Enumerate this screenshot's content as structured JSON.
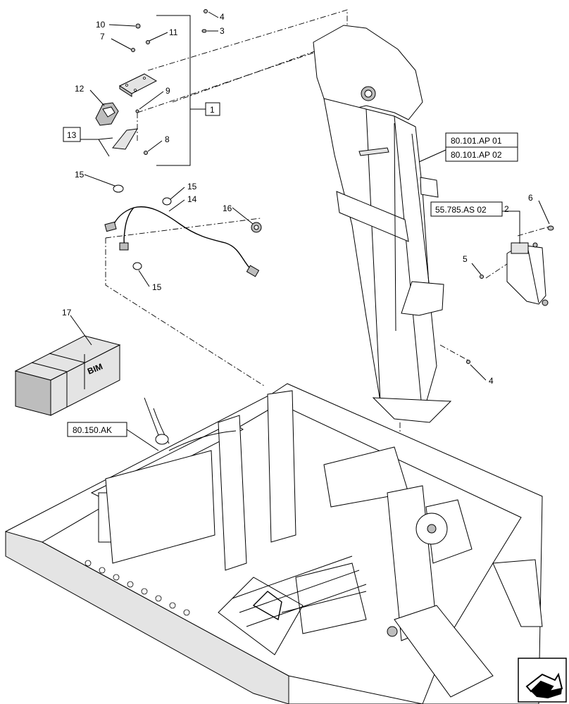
{
  "callouts": {
    "c1": "1",
    "c2": "2",
    "c3": "3",
    "c4a": "4",
    "c4b": "4",
    "c5": "5",
    "c6": "6",
    "c7": "7",
    "c8": "8",
    "c9": "9",
    "c10": "10",
    "c11": "11",
    "c12": "12",
    "c13": "13",
    "c14": "14",
    "c15a": "15",
    "c15b": "15",
    "c15c": "15",
    "c16": "16",
    "c17": "17"
  },
  "refs": {
    "ap01": "80.101.AP 01",
    "ap02": "80.101.AP 02",
    "as02": "55.785.AS 02",
    "ak": "80.150.AK"
  },
  "box_logo": "BIM",
  "nav_icon": "view-orientation-arrow-icon"
}
